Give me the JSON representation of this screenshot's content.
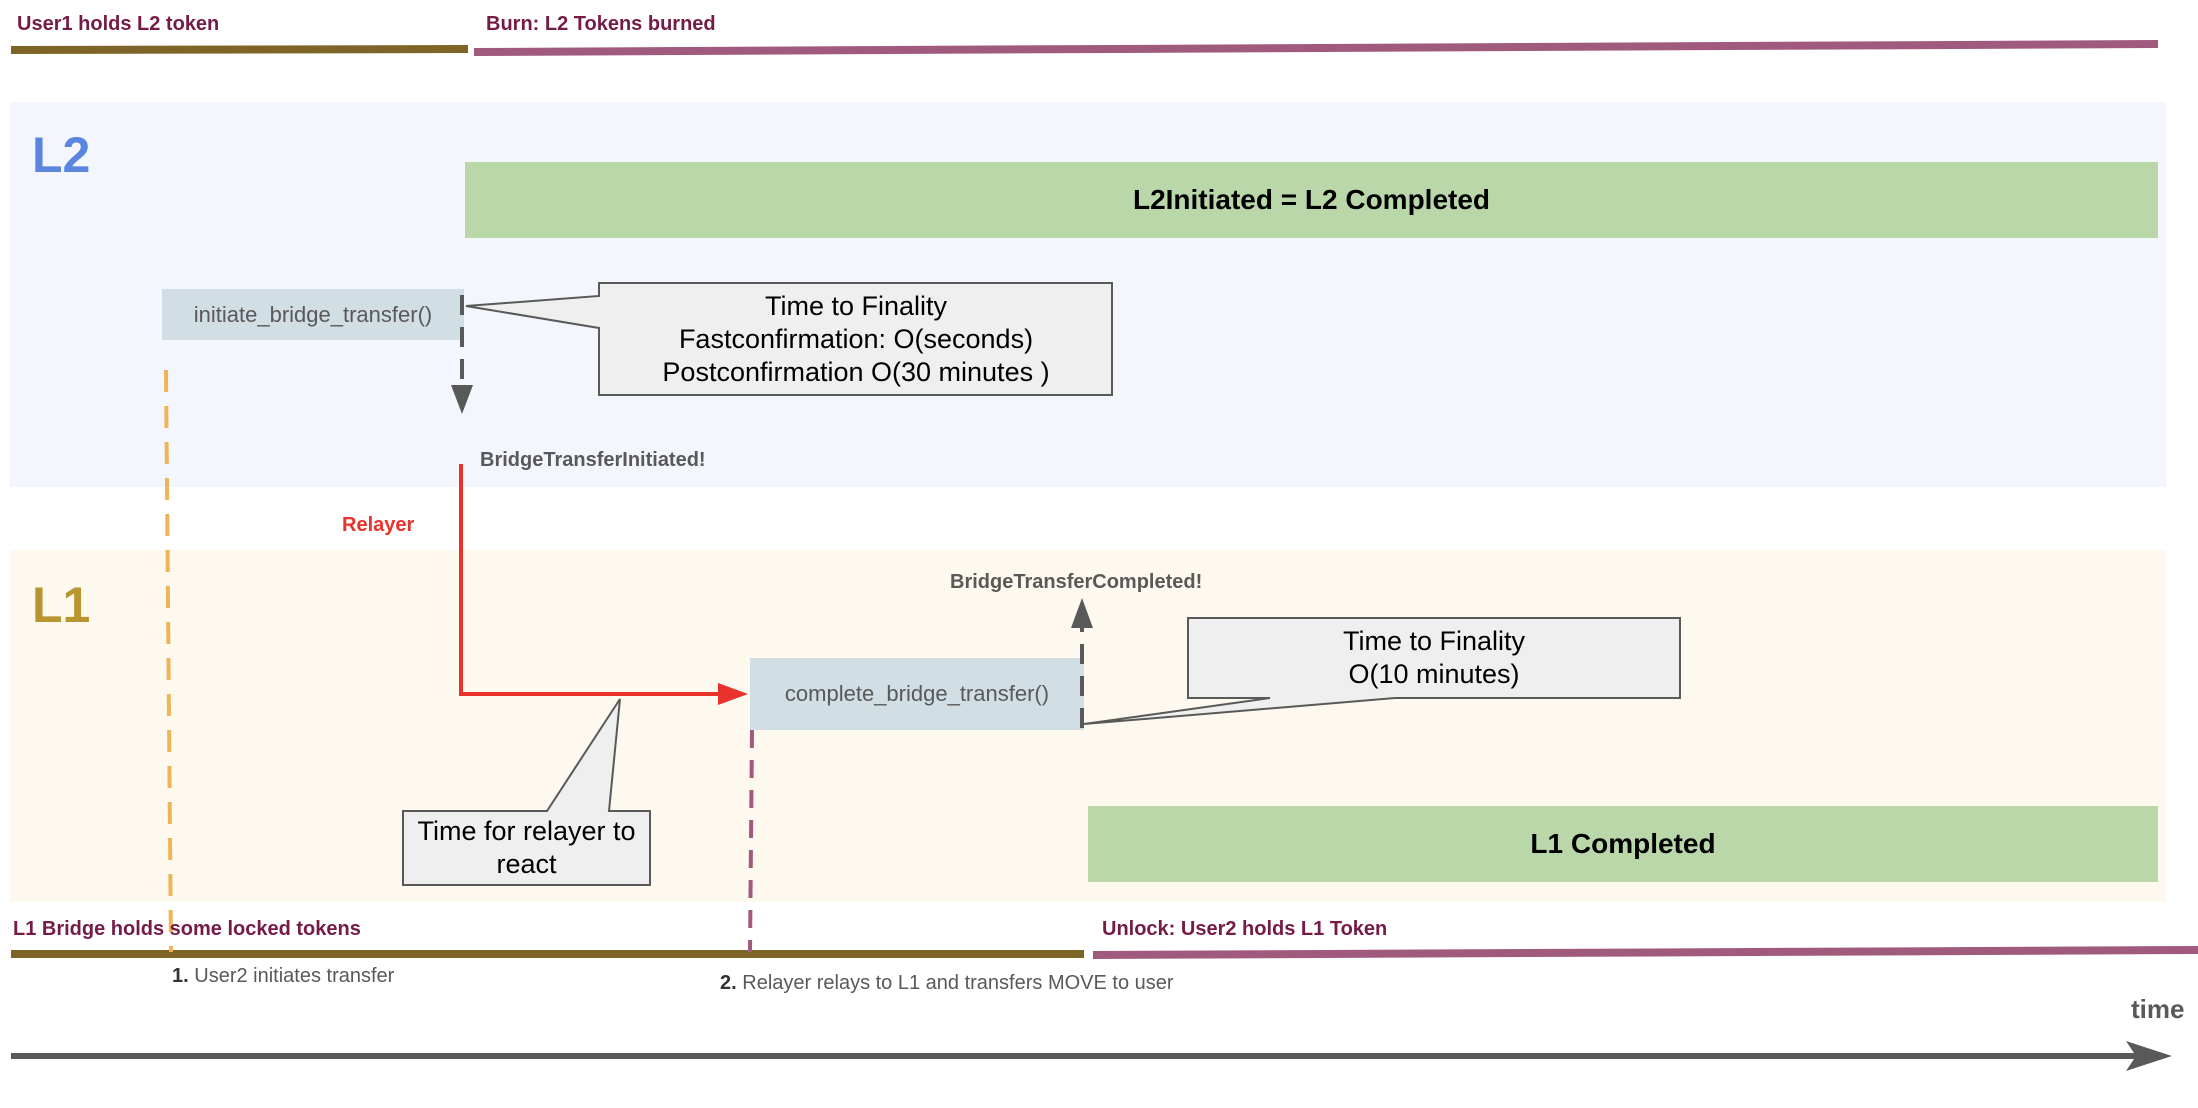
{
  "states": {
    "user1_holds": "User1 holds L2 token",
    "burn": "Burn: L2 Tokens burned",
    "l1_bridge_holds": "L1 Bridge holds some locked tokens",
    "unlock": "Unlock: User2 holds L1 Token"
  },
  "layers": {
    "l2": "L2",
    "l1": "L1"
  },
  "boxes": {
    "l2_completed": "L2Initiated = L2 Completed",
    "l1_completed": "L1 Completed",
    "initiate_fn": "initiate_bridge_transfer()",
    "complete_fn": "complete_bridge_transfer()"
  },
  "events": {
    "initiated": "BridgeTransferInitiated!",
    "completed": "BridgeTransferCompleted!",
    "relayer": "Relayer"
  },
  "callouts": {
    "l2_finality": [
      "Time to Finality",
      "Fastconfirmation: O(seconds)",
      "Postconfirmation O(30 minutes )"
    ],
    "l1_finality": [
      "Time to Finality",
      "O(10 minutes)"
    ],
    "relayer_react": [
      "Time for relayer to",
      "react"
    ]
  },
  "steps": {
    "s1_num": "1.",
    "s1_text": "User2 initiates transfer",
    "s2_num": "2.",
    "s2_text": "Relayer relays to L1 and transfers MOVE to user"
  },
  "axis": {
    "label": "time"
  },
  "colors": {
    "l2_band": "#f3f6fd",
    "l1_band": "#fdf9ee",
    "l2_label": "#5a86e0",
    "l1_label": "#b8952e",
    "brown_bar": "#7f6427",
    "purple_bar": "#a05a7e",
    "relayer_red": "#e8322b",
    "orange_dash": "#f0b457",
    "dark_arrow": "#595959"
  }
}
